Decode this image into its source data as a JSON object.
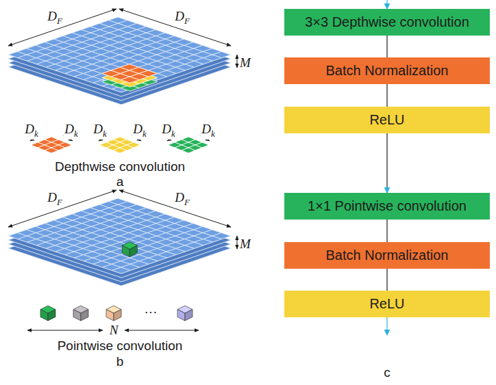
{
  "diagram": {
    "nodes": [
      {
        "text": [
          "3×3 Depthwise convolution"
        ]
      },
      {
        "text": [
          "Batch Normalization"
        ]
      },
      {
        "text": [
          "ReLU"
        ]
      },
      {
        "text": [
          "1×1 Pointwise convolution"
        ]
      },
      {
        "text": [
          "Batch Normalization"
        ]
      },
      {
        "text": [
          "ReLU"
        ]
      }
    ],
    "edges": [
      {
        "from": 0,
        "to": 1,
        "arrow": "none"
      },
      {
        "from": 1,
        "to": 2,
        "arrow": "none"
      },
      {
        "from": 2,
        "to": 3,
        "arrow": "to"
      },
      {
        "from": 3,
        "to": 4,
        "arrow": "none"
      },
      {
        "from": 4,
        "to": 5,
        "arrow": "none"
      }
    ],
    "labels": [
      "DF",
      "DF",
      "M",
      "Dk",
      "Dk",
      "Dk",
      "Dk",
      "Dk",
      "Dk",
      "Depthwise convolution",
      "a",
      "DF",
      "DF",
      "M",
      "···",
      "N",
      "Pointwise convolution",
      "b",
      "c"
    ]
  }
}
